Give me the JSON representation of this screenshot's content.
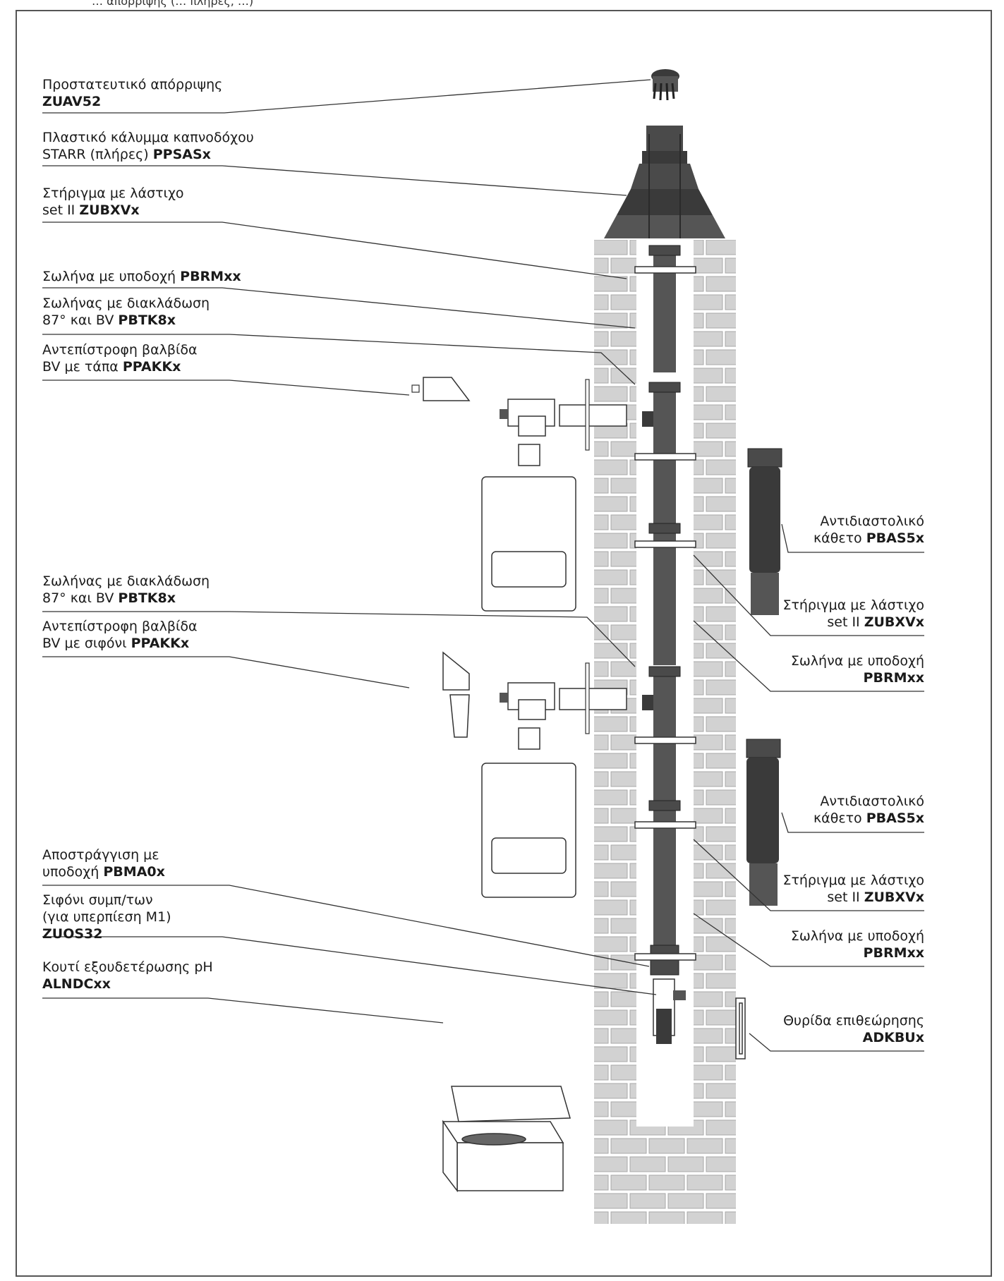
{
  "header_strip": "… απόρριψης (… πλήρες, …)",
  "labels": {
    "zuav52": {
      "line1": "Προστατευτικό απόρριψης",
      "line2_code": "ZUAV52"
    },
    "ppsas": {
      "line1": "Πλαστικό κάλυμμα καπνοδόχου",
      "line2_text": "STARR (πλήρες) ",
      "line2_code": "PPSASx"
    },
    "zubxv_1": {
      "line1": "Στήριγμα με λάστιχο",
      "line2_text": "set II ",
      "line2_code": "ZUBXVx"
    },
    "pbrm_1": {
      "line1_text": "Σωλήνα με υποδοχή ",
      "line1_code": "PBRMxx"
    },
    "pbtk_1": {
      "line1": "Σωλήνας με διακλάδωση",
      "line2_text": "87° και BV ",
      "line2_code": "PBTK8x"
    },
    "ppakk_1": {
      "line1": "Αντεπίστροφη βαλβίδα",
      "line2_text": "BV με τάπα ",
      "line2_code": "PPAKKx"
    },
    "pbas_1": {
      "line1": "Αντιδιαστολικό",
      "line2_text": "κάθετο ",
      "line2_code": "PBAS5x"
    },
    "pbtk_2": {
      "line1": "Σωλήνας με διακλάδωση",
      "line2_text": "87° και BV ",
      "line2_code": "PBTK8x"
    },
    "ppakk_2": {
      "line1": "Αντεπίστροφη βαλβίδα",
      "line2_text": "BV με σιφόνι ",
      "line2_code": "PPAKKx"
    },
    "zubxv_2": {
      "line1": "Στήριγμα με λάστιχο",
      "line2_text": "set II ",
      "line2_code": "ZUBXVx"
    },
    "pbrm_2": {
      "line1": "Σωλήνα με υποδοχή",
      "line2_code": "PBRMxx"
    },
    "pbas_2": {
      "line1": "Αντιδιαστολικό",
      "line2_text": "κάθετο ",
      "line2_code": "PBAS5x"
    },
    "pbma": {
      "line1": "Αποστράγγιση με",
      "line2_text": "υποδοχή ",
      "line2_code": "PBMA0x"
    },
    "zuos32": {
      "line1": "Σιφόνι συμπ/των",
      "line2": "(για υπερπίεση Μ1)",
      "line3_code": "ZUOS32"
    },
    "zubxv_3": {
      "line1": "Στήριγμα με λάστιχο",
      "line2_text": "set II ",
      "line2_code": "ZUBXVx"
    },
    "pbrm_3": {
      "line1": "Σωλήνα με υποδοχή",
      "line2_code": "PBRMxx"
    },
    "alndc": {
      "line1": "Κουτί εξουδετέρωσης pH",
      "line2_code": "ALNDCxx"
    },
    "adkbu": {
      "line1": "Θυρίδα επιθεώρησης",
      "line2_code": "ADKBUx"
    }
  },
  "colors": {
    "pipe": "#555555",
    "pipe_dark": "#3a3a3a",
    "brick": "#d2d2d2",
    "brick_edge": "#a8a8a8",
    "cap": "#4a4a4a",
    "line": "#333333"
  },
  "icons": [
    "rain-guard-icon",
    "chimney-cap-icon",
    "pipe-bracket-icon",
    "branch-pipe-icon",
    "check-valve-icon",
    "boiler-icon",
    "expansion-joint-icon",
    "siphon-icon",
    "neutralization-box-icon",
    "inspection-hatch-icon"
  ]
}
